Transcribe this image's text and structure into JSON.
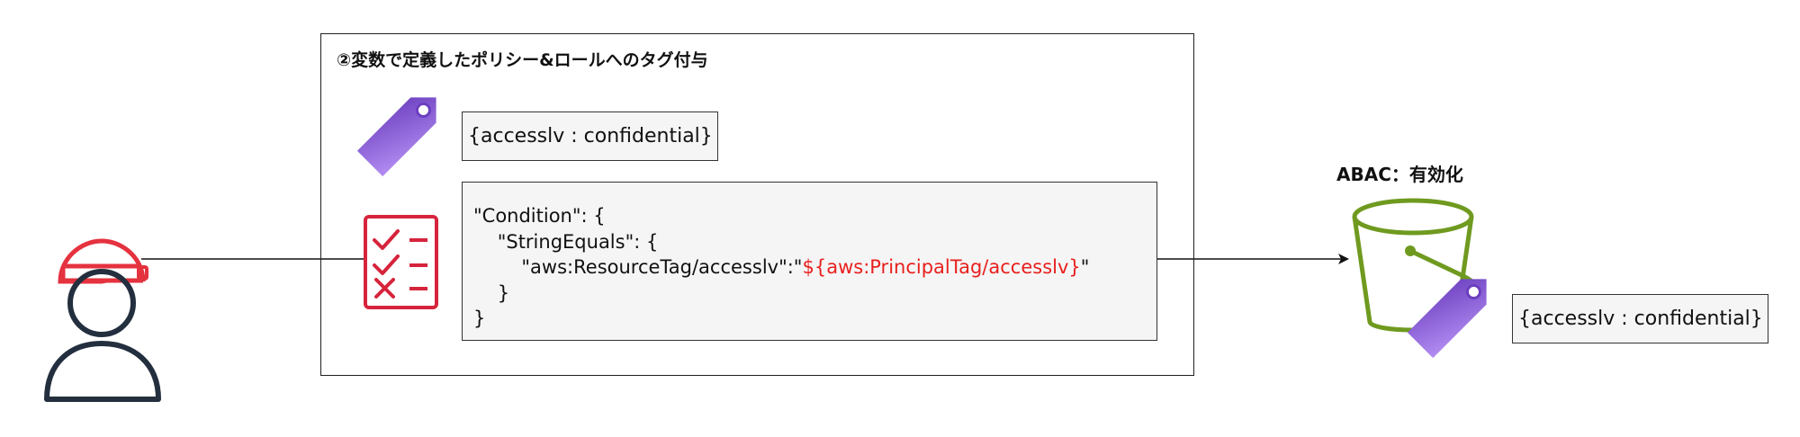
{
  "box_title": "②変数で定義したポリシー&ロールへのタグ付与",
  "role_tag": "{accesslv : confidential}",
  "bucket_tag": "{accesslv : confidential}",
  "bucket_label": "ABAC：有効化",
  "policy": {
    "line1": "\"Condition\": {",
    "line2": "    \"StringEquals\": {",
    "line3_key": "        \"aws:ResourceTag/accesslv\":\"",
    "line3_var": "${aws:PrincipalTag/accesslv}",
    "line3_end": "\"",
    "line4": "    }",
    "line5": "}"
  },
  "colors": {
    "tag_purple": "#8a5cd6",
    "policy_red": "#d6243c",
    "bucket_green": "#6f9a1f",
    "user_dark": "#232f3e",
    "helmet_red": "#e5323f",
    "variable_red": "#e8201e"
  },
  "icons": [
    "user-helmet-icon",
    "tag-icon",
    "checklist-icon",
    "s3-bucket-icon"
  ]
}
